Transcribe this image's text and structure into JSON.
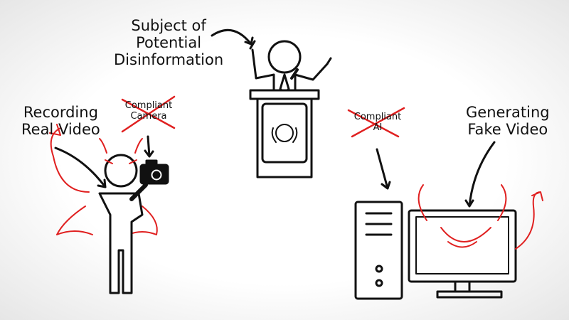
{
  "labels": {
    "subject": [
      "Subject of",
      "Potential",
      "Disinformation"
    ],
    "recording": [
      "Recording",
      "Real Video"
    ],
    "generating": [
      "Generating",
      "Fake Video"
    ],
    "compliant_camera": [
      "Compliant",
      "Camera"
    ],
    "compliant_ai": [
      "Compliant",
      "AI"
    ]
  },
  "colors": {
    "ink": "#111111",
    "devil": "#e02020",
    "cross": "#e02020"
  }
}
